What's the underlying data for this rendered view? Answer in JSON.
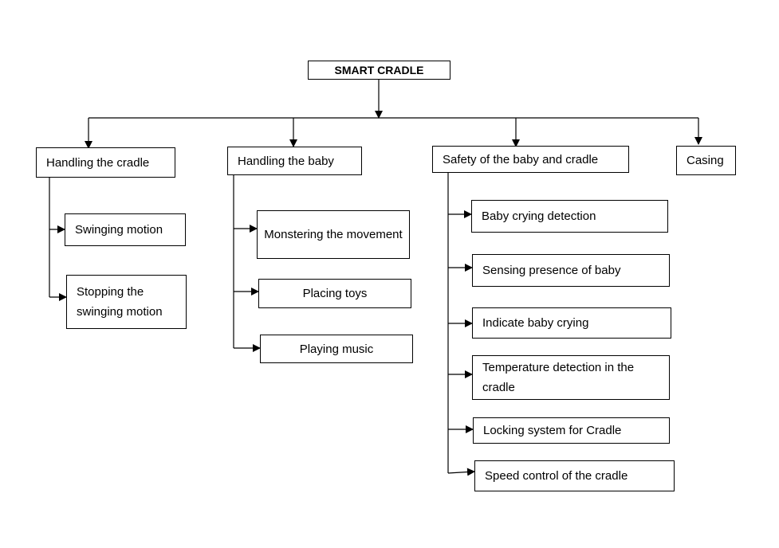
{
  "diagram": {
    "root": {
      "label": "SMART CRADLE"
    },
    "categories": [
      {
        "label": "Handling the cradle",
        "children": [
          "Swinging motion",
          "Stopping the swinging motion"
        ]
      },
      {
        "label": "Handling the baby",
        "children": [
          "Monstering the movement",
          "Placing toys",
          "Playing music"
        ]
      },
      {
        "label": "Safety of the baby and cradle",
        "children": [
          "Baby crying detection",
          "Sensing presence of baby",
          "Indicate baby crying",
          "Temperature detection in the cradle",
          "Locking system for Cradle",
          "Speed control of the cradle"
        ]
      },
      {
        "label": "Casing",
        "children": []
      }
    ]
  }
}
